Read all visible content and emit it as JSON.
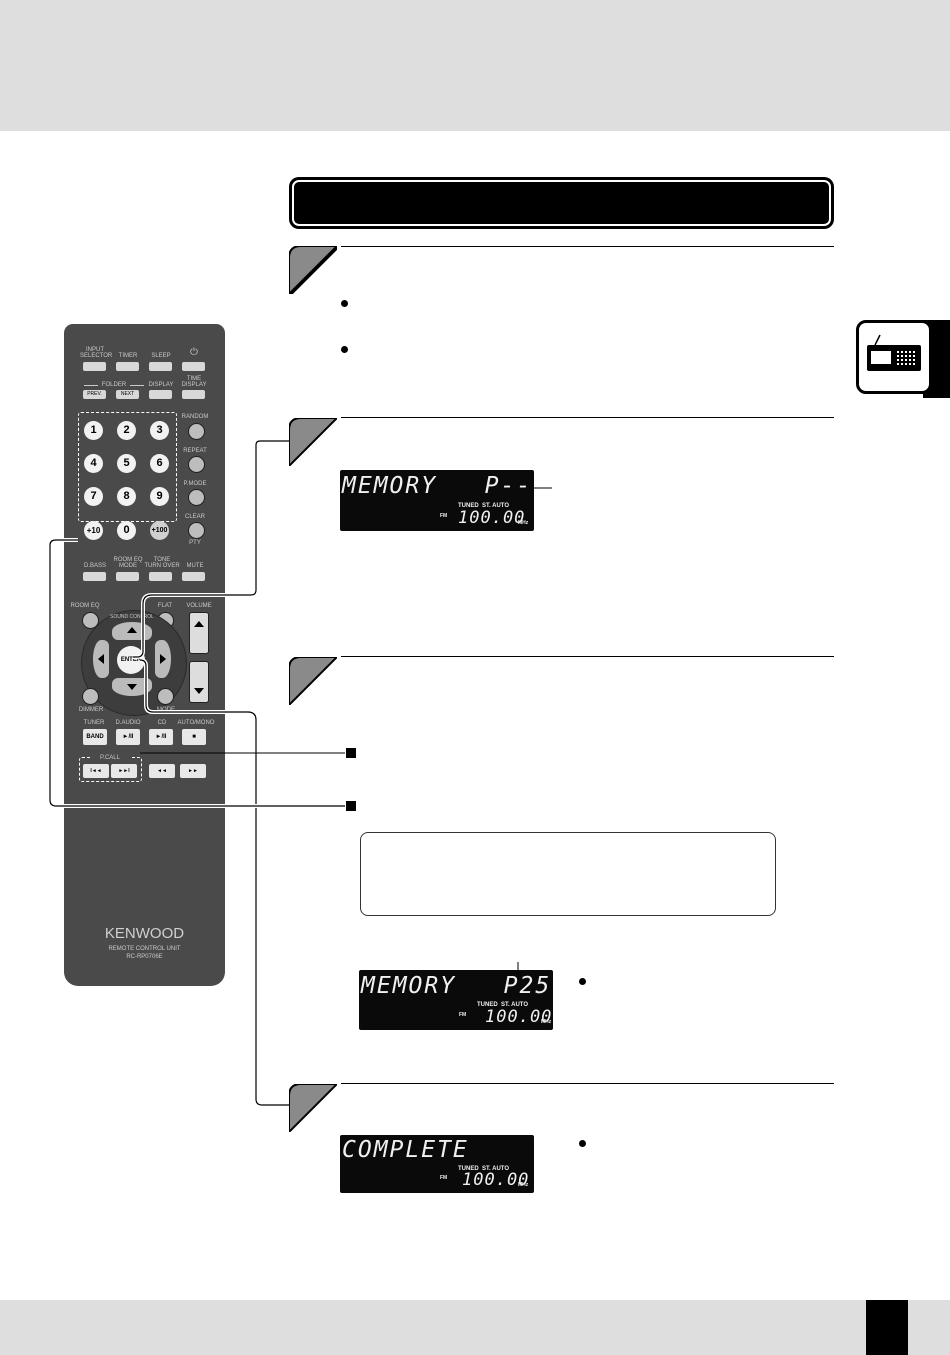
{
  "page": {
    "title_bar_text": ""
  },
  "steps": [
    {
      "number": ""
    },
    {
      "number": ""
    },
    {
      "number": ""
    },
    {
      "number": ""
    }
  ],
  "lcd": {
    "memory_empty": {
      "main": "MEMORY   P--",
      "indicators": "TUNED  ST. AUTO",
      "band": "FM",
      "freq": "100.00",
      "unit": "MHz"
    },
    "memory_p25": {
      "main": "MEMORY   P25",
      "indicators": "TUNED  ST. AUTO",
      "band": "FM",
      "freq": "100.00",
      "unit": "MHz"
    },
    "complete": {
      "main": "COMPLETE",
      "indicators": "TUNED  ST. AUTO",
      "band": "FM",
      "freq": "100.00",
      "unit": "MHz"
    }
  },
  "remote": {
    "row1": [
      "INPUT\nSELECTOR",
      "TIMER",
      "SLEEP",
      "⏻"
    ],
    "folder_label": "FOLDER",
    "row2_labels": [
      "DISPLAY",
      "TIME\nDISPLAY"
    ],
    "prev": "PREV.",
    "next": "NEXT",
    "numbers": [
      "1",
      "2",
      "3",
      "4",
      "5",
      "6",
      "7",
      "8",
      "9",
      "+10",
      "0",
      "+100"
    ],
    "side_labels": [
      "RANDOM",
      "REPEAT",
      "P.MODE",
      "CLEAR"
    ],
    "pty": "PTY",
    "row3_labels": [
      "D.BASS",
      "ROOM EQ\nMODE",
      "TONE\nTURN OVER",
      "MUTE"
    ],
    "room_eq": "ROOM EQ",
    "flat": "FLAT",
    "volume": "VOLUME",
    "sound_control": "SOUND CONTROL",
    "enter": "ENTER",
    "dimmer": "DIMMER",
    "mode": "MODE",
    "source_labels": [
      "TUNER",
      "D.AUDIO",
      "CD",
      "AUTO/MONO"
    ],
    "band": "BAND",
    "play_pause": "►/II",
    "stop": "■",
    "p_call": "P.CALL",
    "prev_track": "I◄◄",
    "next_track": "►►I",
    "rew": "◄◄",
    "ff": "►►",
    "brand": "KENWOOD",
    "model_line1": "REMOTE CONTROL UNIT",
    "model_line2": "RC-RP0706E"
  },
  "icons": {
    "side_tab": "radio-icon"
  },
  "colors": {
    "band": "#dedede",
    "lcd_bg": "#0a0a0a",
    "remote_body": "#4a4a4a"
  }
}
